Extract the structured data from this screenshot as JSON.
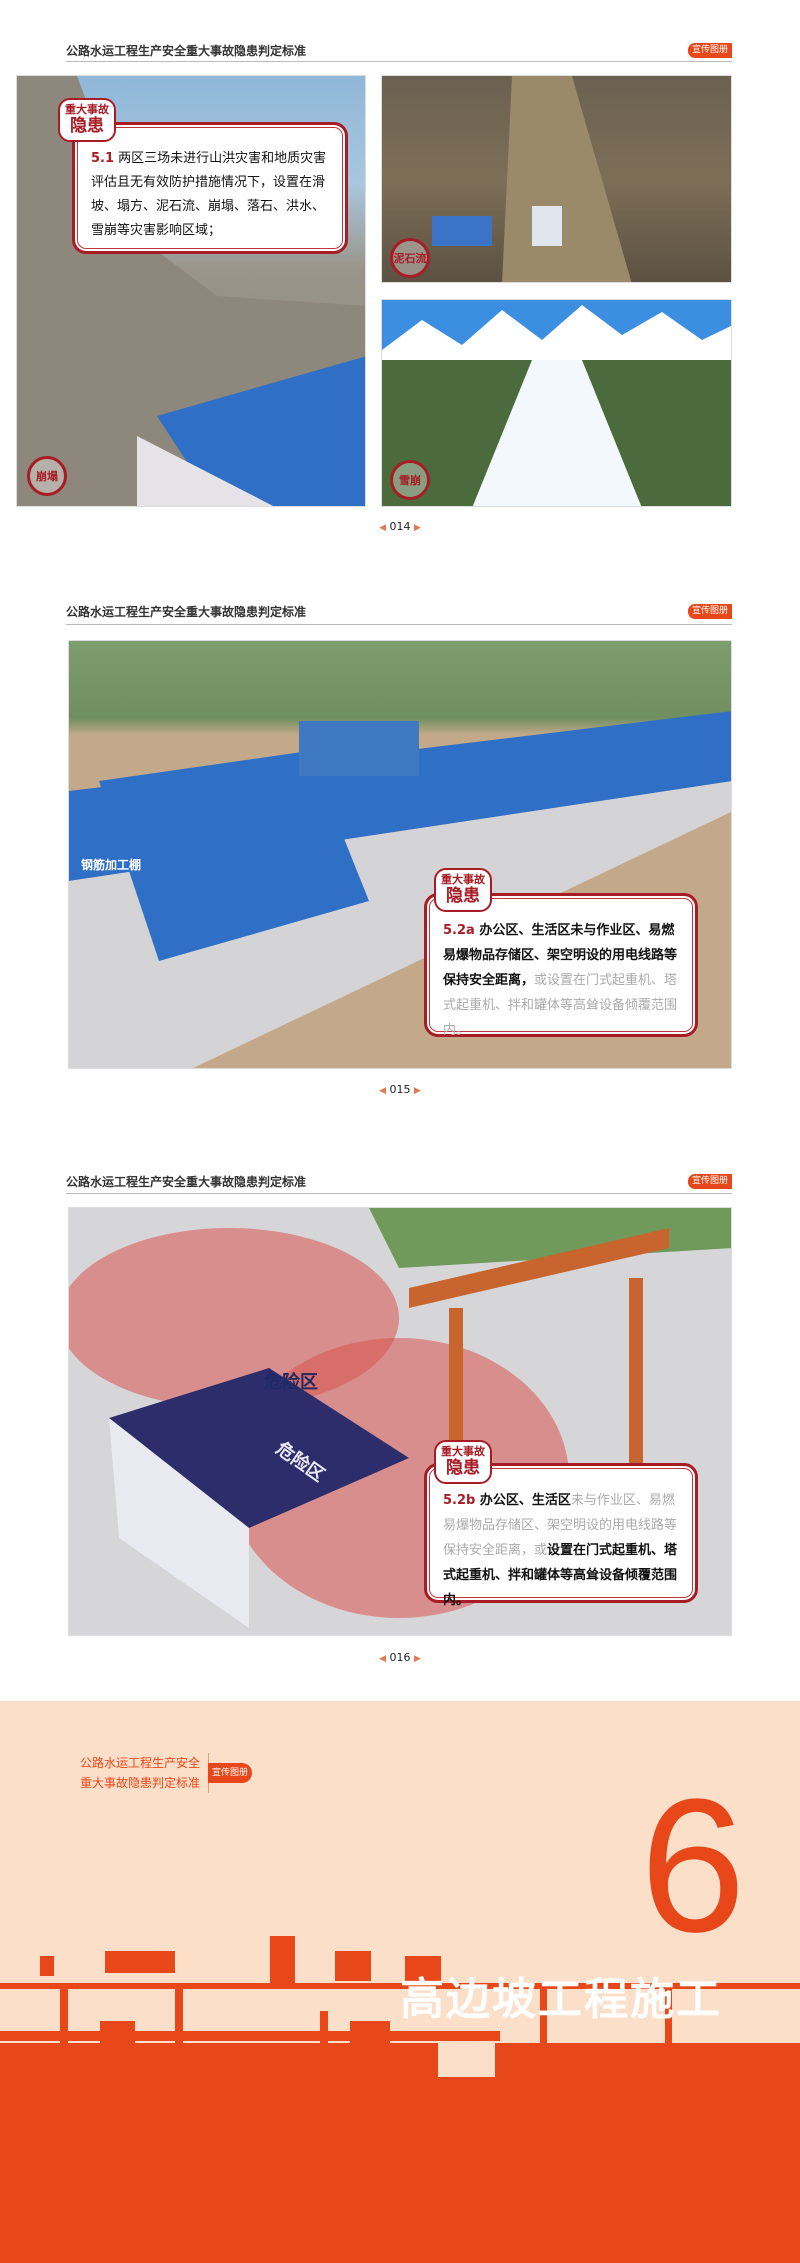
{
  "header_title": "公路水运工程生产安全重大事故隐患判定标准",
  "badge": "宣传图册",
  "seal": {
    "top": "重大事故",
    "bottom": "隐患"
  },
  "page1": {
    "callout": {
      "num": "5.1",
      "text": "两区三场未进行山洪灾害和地质灾害评估且无有效防护措施情况下，设置在滑坡、塌方、泥石流、崩塌、落石、洪水、雪崩等灾害影响区域；"
    },
    "stamps": [
      "崩塌",
      "泥石流",
      "雪崩"
    ],
    "page_number": "014"
  },
  "page2": {
    "callout": {
      "num": "5.2a",
      "bold": "办公区、生活区未与作业区、易燃易爆物品存储区、架空明设的用电线路等保持安全距离，",
      "dim": "或设置在门式起重机、塔式起重机、拌和罐体等高耸设备倾覆范围内。"
    },
    "image_label": "钢筋加工棚",
    "page_number": "015"
  },
  "page3": {
    "callout": {
      "num": "5.2b",
      "bold1": "办公区、生活区",
      "dim": "未与作业区、易燃易爆物品存储区、架空明设的用电线路等保持安全距离，或",
      "bold2": "设置在门式起重机、塔式起重机、拌和罐体等高耸设备倾覆范围内。"
    },
    "danger_labels": [
      "危险区",
      "危险区"
    ],
    "page_number": "016"
  },
  "cover": {
    "title_line1": "公路水运工程生产安全",
    "title_line2": "重大事故隐患判定标准",
    "badge": "宣传图册",
    "chapter_number": "6",
    "chapter_title": "高边坡工程施工"
  },
  "colors": {
    "accent": "#e8471a",
    "seal_red": "#a81c26",
    "cover_bg": "#fbdfc8"
  }
}
